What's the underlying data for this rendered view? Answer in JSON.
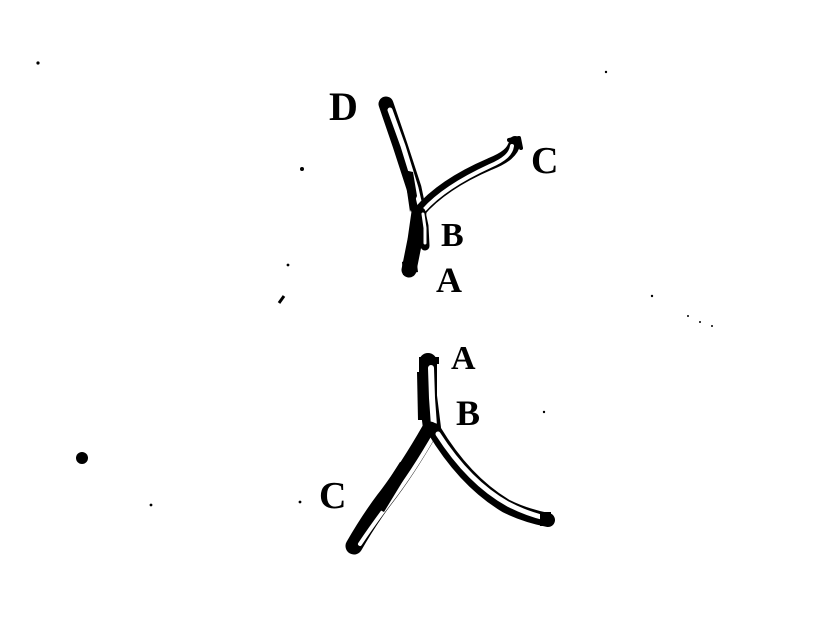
{
  "figure_top": {
    "labels": {
      "d": "D",
      "c": "C",
      "b": "B",
      "a": "A"
    }
  },
  "figure_bottom": {
    "labels": {
      "a": "A",
      "b": "B",
      "c": "C"
    }
  },
  "colors": {
    "ink": "#000000",
    "paper": "#ffffff"
  }
}
